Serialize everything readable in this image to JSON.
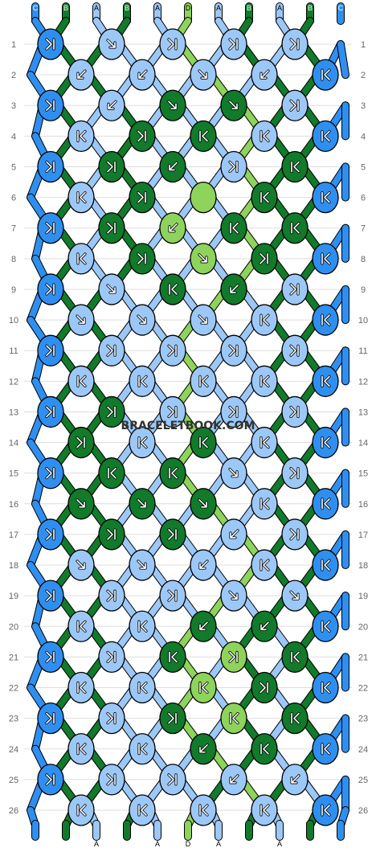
{
  "colors": {
    "C": "#2f8ff0",
    "B": "#117a2b",
    "A": "#9cc8f7",
    "D": "#8ed35c",
    "outline": "#000000",
    "arrow": "#ffffff",
    "gridline": "#dddddd",
    "rownum": "#666666"
  },
  "strands_top": [
    "C",
    "B",
    "A",
    "B",
    "A",
    "D",
    "A",
    "B",
    "A",
    "B",
    "C"
  ],
  "strands_bottom": [
    "C",
    "B",
    "A",
    "B",
    "A",
    "D",
    "A",
    "B",
    "A",
    "B",
    "C"
  ],
  "watermark": "BRACELETBOOK.COM",
  "knots": [
    {
      "row": 1,
      "knots": [
        {
          "c": "C",
          "k": "fb"
        },
        {
          "c": "A",
          "k": "f"
        },
        {
          "c": "A",
          "k": "fb"
        },
        {
          "c": "A",
          "k": "fb"
        },
        {
          "c": "A",
          "k": "fb"
        }
      ]
    },
    {
      "row": 2,
      "knots": [
        {
          "c": "A",
          "k": "b"
        },
        {
          "c": "A",
          "k": "b"
        },
        {
          "c": "A",
          "k": "f"
        },
        {
          "c": "A",
          "k": "b"
        },
        {
          "c": "C",
          "k": "bf"
        }
      ]
    },
    {
      "row": 3,
      "knots": [
        {
          "c": "C",
          "k": "fb"
        },
        {
          "c": "A",
          "k": "b"
        },
        {
          "c": "B",
          "k": "f"
        },
        {
          "c": "B",
          "k": "f"
        },
        {
          "c": "A",
          "k": "fb"
        }
      ]
    },
    {
      "row": 4,
      "knots": [
        {
          "c": "A",
          "k": "bf"
        },
        {
          "c": "B",
          "k": "fb"
        },
        {
          "c": "B",
          "k": "bf"
        },
        {
          "c": "A",
          "k": "bf"
        },
        {
          "c": "C",
          "k": "bf"
        }
      ]
    },
    {
      "row": 5,
      "knots": [
        {
          "c": "C",
          "k": "fb"
        },
        {
          "c": "B",
          "k": "fb"
        },
        {
          "c": "B",
          "k": "b"
        },
        {
          "c": "A",
          "k": "fb"
        },
        {
          "c": "B",
          "k": "bf"
        }
      ]
    },
    {
      "row": 6,
      "knots": [
        {
          "c": "A",
          "k": "bf"
        },
        {
          "c": "B",
          "k": "fb"
        },
        {
          "c": "D",
          "k": "none"
        },
        {
          "c": "B",
          "k": "bf"
        },
        {
          "c": "C",
          "k": "bf"
        }
      ]
    },
    {
      "row": 7,
      "knots": [
        {
          "c": "C",
          "k": "fb"
        },
        {
          "c": "B",
          "k": "fb"
        },
        {
          "c": "D",
          "k": "b"
        },
        {
          "c": "B",
          "k": "bf"
        },
        {
          "c": "B",
          "k": "bf"
        }
      ]
    },
    {
      "row": 8,
      "knots": [
        {
          "c": "A",
          "k": "bf"
        },
        {
          "c": "B",
          "k": "fb"
        },
        {
          "c": "D",
          "k": "f"
        },
        {
          "c": "B",
          "k": "fb"
        },
        {
          "c": "C",
          "k": "bf"
        }
      ]
    },
    {
      "row": 9,
      "knots": [
        {
          "c": "C",
          "k": "fb"
        },
        {
          "c": "A",
          "k": "f"
        },
        {
          "c": "B",
          "k": "bf"
        },
        {
          "c": "B",
          "k": "b"
        },
        {
          "c": "A",
          "k": "fb"
        }
      ]
    },
    {
      "row": 10,
      "knots": [
        {
          "c": "A",
          "k": "f"
        },
        {
          "c": "A",
          "k": "f"
        },
        {
          "c": "A",
          "k": "f"
        },
        {
          "c": "A",
          "k": "bf"
        },
        {
          "c": "C",
          "k": "bf"
        }
      ]
    },
    {
      "row": 11,
      "knots": [
        {
          "c": "C",
          "k": "fb"
        },
        {
          "c": "A",
          "k": "fb"
        },
        {
          "c": "A",
          "k": "fb"
        },
        {
          "c": "A",
          "k": "fb"
        },
        {
          "c": "A",
          "k": "fb"
        }
      ]
    },
    {
      "row": 12,
      "knots": [
        {
          "c": "A",
          "k": "bf"
        },
        {
          "c": "A",
          "k": "bf"
        },
        {
          "c": "A",
          "k": "bf"
        },
        {
          "c": "A",
          "k": "bf"
        },
        {
          "c": "C",
          "k": "bf"
        }
      ]
    },
    {
      "row": 13,
      "knots": [
        {
          "c": "C",
          "k": "fb"
        },
        {
          "c": "B",
          "k": "fb"
        },
        {
          "c": "A",
          "k": "fb"
        },
        {
          "c": "A",
          "k": "fb"
        },
        {
          "c": "A",
          "k": "fb"
        }
      ]
    },
    {
      "row": 14,
      "knots": [
        {
          "c": "B",
          "k": "fb"
        },
        {
          "c": "A",
          "k": "bf"
        },
        {
          "c": "B",
          "k": "bf"
        },
        {
          "c": "A",
          "k": "bf"
        },
        {
          "c": "C",
          "k": "bf"
        }
      ]
    },
    {
      "row": 15,
      "knots": [
        {
          "c": "C",
          "k": "fb"
        },
        {
          "c": "B",
          "k": "bf"
        },
        {
          "c": "B",
          "k": "bf"
        },
        {
          "c": "A",
          "k": "f"
        },
        {
          "c": "A",
          "k": "fb"
        }
      ]
    },
    {
      "row": 16,
      "knots": [
        {
          "c": "B",
          "k": "f"
        },
        {
          "c": "B",
          "k": "f"
        },
        {
          "c": "B",
          "k": "f"
        },
        {
          "c": "A",
          "k": "bf"
        },
        {
          "c": "C",
          "k": "bf"
        }
      ]
    },
    {
      "row": 17,
      "knots": [
        {
          "c": "C",
          "k": "fb"
        },
        {
          "c": "B",
          "k": "fb"
        },
        {
          "c": "B",
          "k": "fb"
        },
        {
          "c": "A",
          "k": "b"
        },
        {
          "c": "A",
          "k": "fb"
        }
      ]
    },
    {
      "row": 18,
      "knots": [
        {
          "c": "A",
          "k": "f"
        },
        {
          "c": "A",
          "k": "f"
        },
        {
          "c": "A",
          "k": "b"
        },
        {
          "c": "A",
          "k": "bf"
        },
        {
          "c": "C",
          "k": "bf"
        }
      ]
    },
    {
      "row": 19,
      "knots": [
        {
          "c": "C",
          "k": "fb"
        },
        {
          "c": "A",
          "k": "fb"
        },
        {
          "c": "A",
          "k": "fb"
        },
        {
          "c": "A",
          "k": "f"
        },
        {
          "c": "A",
          "k": "f"
        }
      ]
    },
    {
      "row": 20,
      "knots": [
        {
          "c": "A",
          "k": "bf"
        },
        {
          "c": "A",
          "k": "bf"
        },
        {
          "c": "B",
          "k": "b"
        },
        {
          "c": "B",
          "k": "b"
        },
        {
          "c": "C",
          "k": "bf"
        }
      ]
    },
    {
      "row": 21,
      "knots": [
        {
          "c": "C",
          "k": "fb"
        },
        {
          "c": "A",
          "k": "fb"
        },
        {
          "c": "B",
          "k": "bf"
        },
        {
          "c": "D",
          "k": "fb"
        },
        {
          "c": "B",
          "k": "bf"
        }
      ]
    },
    {
      "row": 22,
      "knots": [
        {
          "c": "A",
          "k": "bf"
        },
        {
          "c": "A",
          "k": "bf"
        },
        {
          "c": "D",
          "k": "bf"
        },
        {
          "c": "B",
          "k": "fb"
        },
        {
          "c": "C",
          "k": "bf"
        }
      ]
    },
    {
      "row": 23,
      "knots": [
        {
          "c": "C",
          "k": "fb"
        },
        {
          "c": "A",
          "k": "fb"
        },
        {
          "c": "B",
          "k": "fb"
        },
        {
          "c": "D",
          "k": "bf"
        },
        {
          "c": "B",
          "k": "bf"
        }
      ]
    },
    {
      "row": 24,
      "knots": [
        {
          "c": "A",
          "k": "bf"
        },
        {
          "c": "A",
          "k": "bf"
        },
        {
          "c": "B",
          "k": "b"
        },
        {
          "c": "B",
          "k": "bf"
        },
        {
          "c": "C",
          "k": "bf"
        }
      ]
    },
    {
      "row": 25,
      "knots": [
        {
          "c": "C",
          "k": "fb"
        },
        {
          "c": "A",
          "k": "fb"
        },
        {
          "c": "A",
          "k": "fb"
        },
        {
          "c": "A",
          "k": "b"
        },
        {
          "c": "A",
          "k": "b"
        }
      ]
    },
    {
      "row": 26,
      "knots": [
        {
          "c": "A",
          "k": "bf"
        },
        {
          "c": "A",
          "k": "bf"
        },
        {
          "c": "A",
          "k": "bf"
        },
        {
          "c": "A",
          "k": "bf"
        },
        {
          "c": "C",
          "k": "bf"
        }
      ]
    }
  ]
}
